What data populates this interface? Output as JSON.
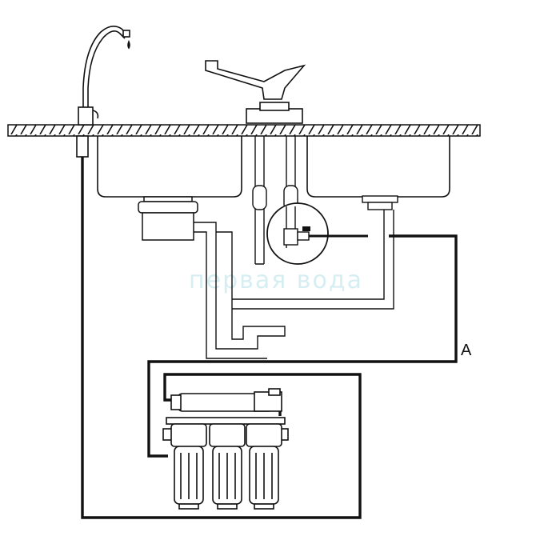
{
  "diagram": {
    "connection_label": "A",
    "watermark_text": "первая вода",
    "components": {
      "faucet_icon": "filtered-water-faucet",
      "mixer_icon": "sink-mixer-tap",
      "filter_icon": "reverse-osmosis-filter-system"
    },
    "colors": {
      "line": "#111111",
      "watermark": "#d6eef2",
      "background": "#ffffff"
    }
  }
}
